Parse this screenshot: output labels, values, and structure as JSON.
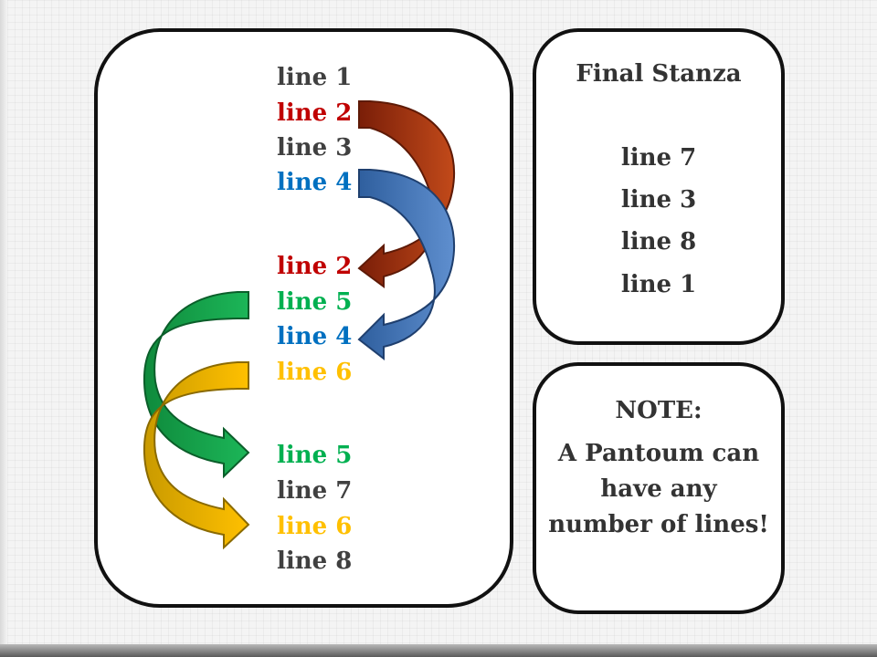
{
  "stanzas": [
    {
      "lines": [
        {
          "text": "line 1",
          "color": "#404040"
        },
        {
          "text": "line 2",
          "color": "#c00000"
        },
        {
          "text": "line 3",
          "color": "#404040"
        },
        {
          "text": "line 4",
          "color": "#0070c0"
        }
      ]
    },
    {
      "lines": [
        {
          "text": "line 2",
          "color": "#c00000"
        },
        {
          "text": "line 5",
          "color": "#00b050"
        },
        {
          "text": "line 4",
          "color": "#0070c0"
        },
        {
          "text": "line 6",
          "color": "#ffc000"
        }
      ]
    },
    {
      "lines": [
        {
          "text": "line 5",
          "color": "#00b050"
        },
        {
          "text": "line 7",
          "color": "#404040"
        },
        {
          "text": "line 6",
          "color": "#ffc000"
        },
        {
          "text": "line 8",
          "color": "#404040"
        }
      ]
    }
  ],
  "final_stanza": {
    "title": "Final Stanza",
    "lines": [
      "line 7",
      "line 3",
      "line 8",
      "line 1"
    ]
  },
  "note": {
    "heading": "NOTE:",
    "body": "A Pantoum can have any number of lines!"
  },
  "arrow_colors": {
    "line2": "#b23a10",
    "line4": "#4a78b5",
    "line5": "#14a84b",
    "line6": "#e0b000"
  }
}
